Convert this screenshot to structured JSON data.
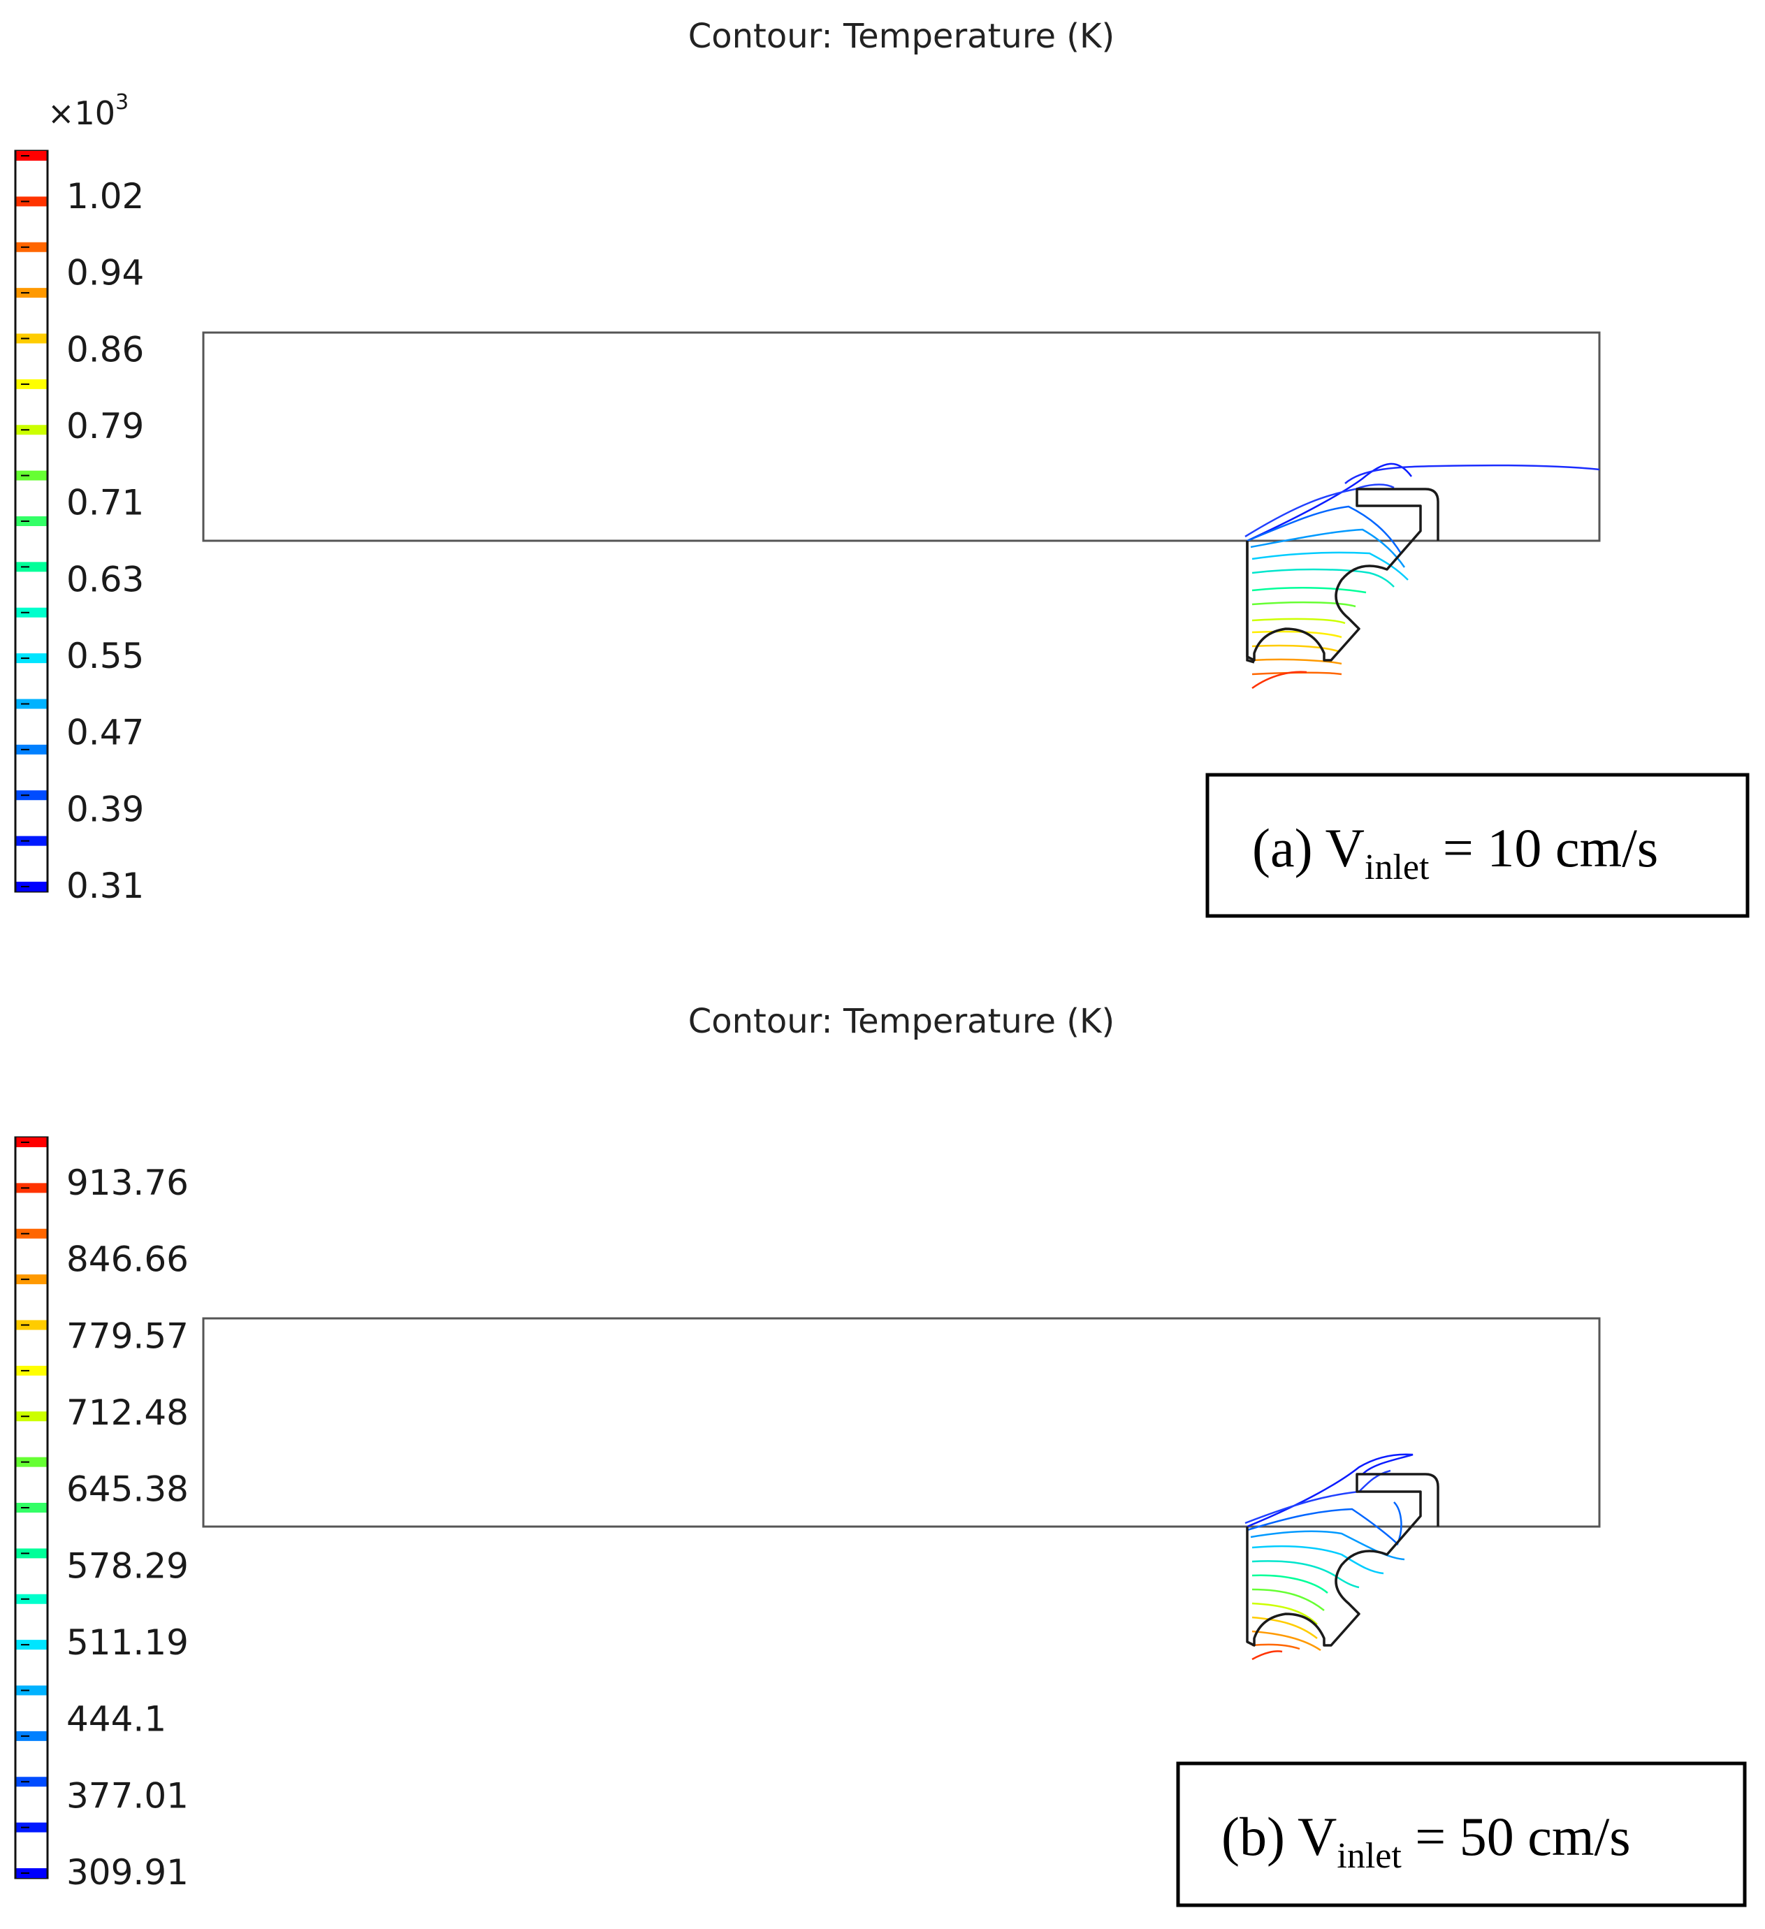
{
  "panels": [
    {
      "id": "a",
      "title": "Contour: Temperature (K)",
      "multiplier": {
        "base": "×10",
        "exponent": "3"
      },
      "colorbar_ticks": [
        "1.02",
        "0.94",
        "0.86",
        "0.79",
        "0.71",
        "0.63",
        "0.55",
        "0.47",
        "0.39",
        "0.31"
      ],
      "caption": {
        "prefix": "(a) V",
        "subscript": "inlet",
        "suffix": " = 10 cm/s"
      }
    },
    {
      "id": "b",
      "title": "Contour: Temperature (K)",
      "multiplier": {
        "base": "",
        "exponent": ""
      },
      "colorbar_ticks": [
        "913.76",
        "846.66",
        "779.57",
        "712.48",
        "645.38",
        "578.29",
        "511.19",
        "444.1",
        "377.01",
        "309.91"
      ],
      "caption": {
        "prefix": "(b) V",
        "subscript": "inlet",
        "suffix": " = 50 cm/s"
      }
    }
  ],
  "colorbar_colors": [
    "#ff0000",
    "#ff3300",
    "#ff6600",
    "#ff9900",
    "#ffcc00",
    "#ffff00",
    "#ccff00",
    "#66ff33",
    "#33ff66",
    "#00ff99",
    "#00ffcc",
    "#00e5ff",
    "#00b2ff",
    "#0080ff",
    "#004cff",
    "#0019ff",
    "#0000ff"
  ]
}
